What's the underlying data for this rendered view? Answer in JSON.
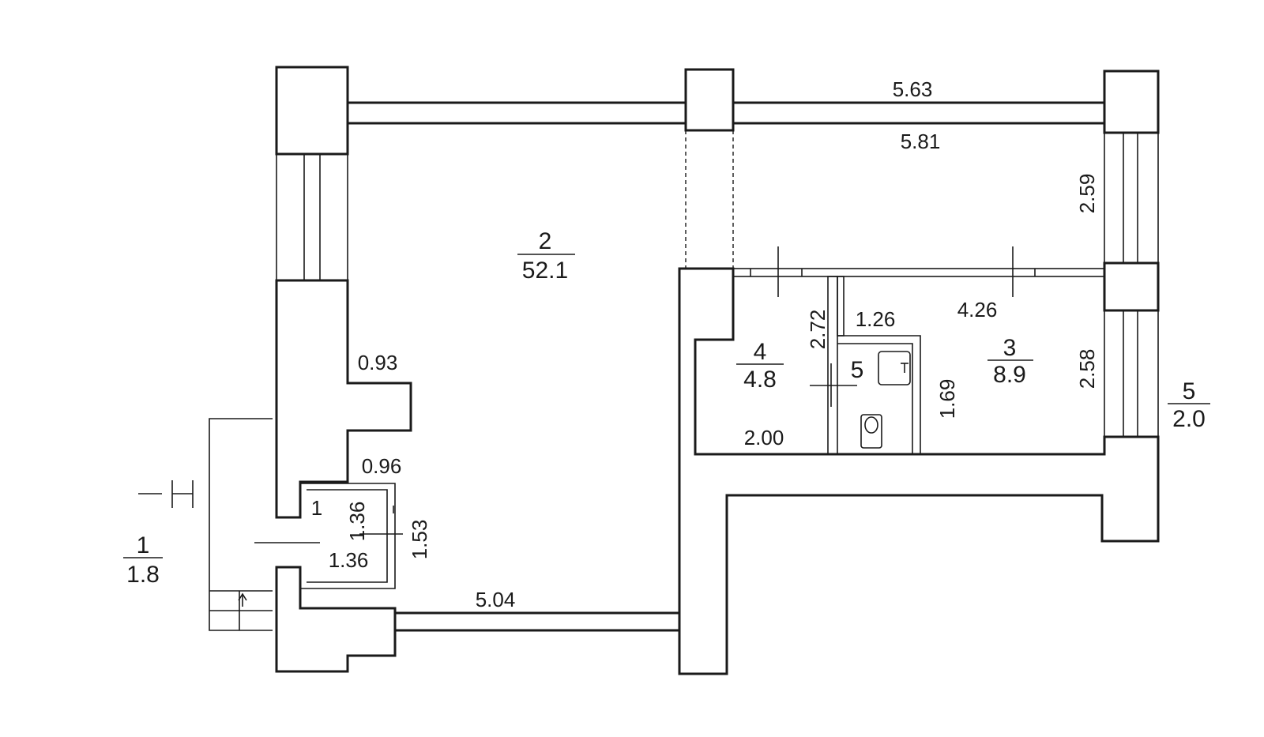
{
  "rooms": [
    {
      "number": "1",
      "area": "1.8"
    },
    {
      "number": "2",
      "area": "52.1"
    },
    {
      "number": "3",
      "area": "8.9"
    },
    {
      "number": "4",
      "area": "4.8"
    },
    {
      "number": "5",
      "area": "2.0"
    }
  ],
  "bathroom_label": "5",
  "closet_label": "1",
  "dimensions": {
    "top_right_outer": "5.63",
    "top_right_inner": "5.81",
    "right_upper": "2.59",
    "right_lower": "2.58",
    "inner_length": "4.26",
    "bath_width": "1.26",
    "bath_height": "1.69",
    "hall_height": "2.72",
    "hall_width": "2.00",
    "pilaster_upper": "0.93",
    "pilaster_lower": "0.96",
    "closet_width": "1.36",
    "closet_height_a": "1.36",
    "closet_height_b": "1.53",
    "bottom_wall": "5.04"
  }
}
